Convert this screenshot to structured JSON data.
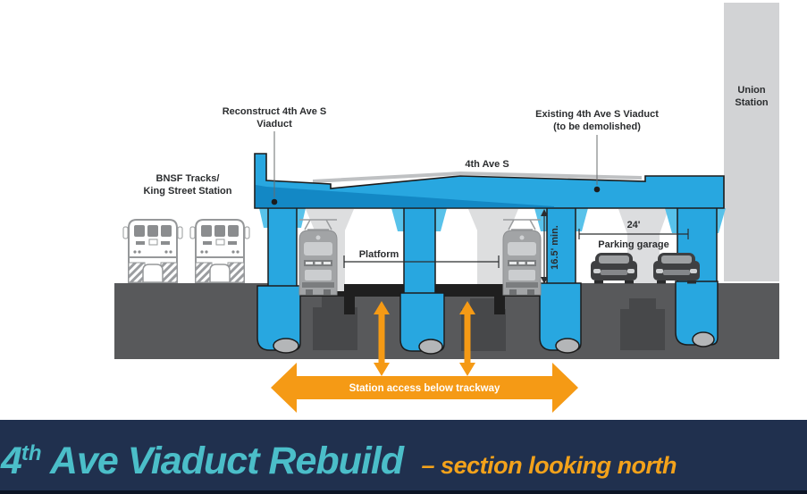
{
  "diagram": {
    "labels": {
      "reconstruct": [
        "Reconstruct 4th Ave S",
        "Viaduct"
      ],
      "existing": [
        "Existing 4th Ave S Viaduct",
        "(to be demolished)"
      ],
      "street": "4th Ave S",
      "bnsf": [
        "BNSF Tracks/",
        "King Street Station"
      ],
      "union": [
        "Union",
        "Station"
      ],
      "platform": "Platform",
      "clearance": "16.5' min.",
      "garage_width": "24'",
      "garage": "Parking garage",
      "access": "Station access below trackway"
    },
    "colors": {
      "viaduct_blue": "#28a7e0",
      "viaduct_shadow": "#0f82bf",
      "capital_blue": "#58c2ea",
      "ground_gray": "#58595b",
      "ghost_gray": "#c6c8ca",
      "foundation_gray": "#47484a",
      "building_gray": "#d2d3d5",
      "pile_gray": "#b4b6b8",
      "accent_orange": "#f59a15",
      "outline": "#1c1c1c",
      "title_navy": "#20304e",
      "title_teal": "#4bbec9",
      "title_orange": "#f3a21b"
    }
  },
  "title": {
    "number": "4",
    "ordinal": "th",
    "rest": " Ave Viaduct Rebuild",
    "subtitle": "– section looking north"
  }
}
